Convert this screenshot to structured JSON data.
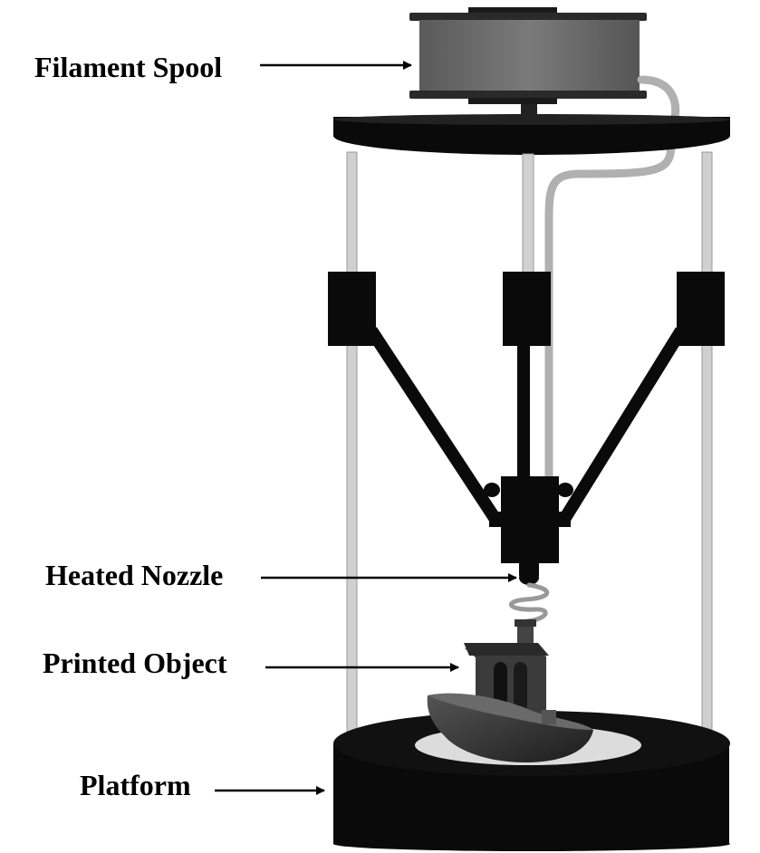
{
  "labels": {
    "spool": "Filament Spool",
    "nozzle": "Heated Nozzle",
    "object": "Printed Object",
    "platform": "Platform"
  },
  "colors": {
    "frame": "#0a0a0a",
    "rod": "#cfcfcf",
    "spool_body": "#6e6e6e",
    "filament": "#b8b8b8",
    "bed_plate": "#dedede",
    "print": "#3a3a3a"
  }
}
